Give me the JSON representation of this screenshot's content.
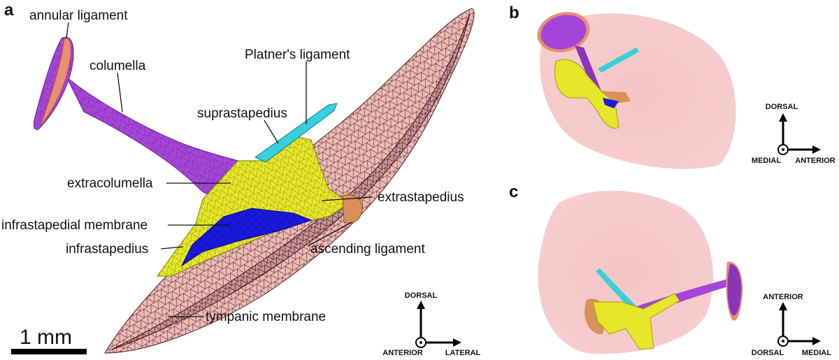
{
  "panels": {
    "a": "a",
    "b": "b",
    "c": "c"
  },
  "labels": {
    "annular_ligament": "annular ligament",
    "columella": "columella",
    "platners_ligament": "Platner's ligament",
    "suprastapedius": "suprastapedius",
    "extracolumella": "extracolumella",
    "extrastapedius": "extrastapedius",
    "infrastapedial_membrane": "infrastapedial membrane",
    "infrastapedius": "infrastapedius",
    "ascending_ligament": "ascending ligament",
    "tympanic_membrane": "tympanic membrane"
  },
  "scale_bar": "1 mm",
  "axes": {
    "a": {
      "up": "DORSAL",
      "left": "ANTERIOR",
      "right": "LATERAL"
    },
    "b": {
      "up": "DORSAL",
      "left": "MEDIAL",
      "right": "ANTERIOR"
    },
    "c": {
      "up": "ANTERIOR",
      "left": "DORSAL",
      "right": "MEDIAL"
    }
  },
  "colors": {
    "membrane": "#e8b4ae",
    "mesh": "#5a1f1f",
    "columella": "#a545d8",
    "extracolumella": "#e6e62a",
    "infrastapedial": "#1a1ae0",
    "platner": "#38d0dc",
    "ascending": "#d9905a",
    "ghost": "#f6c4c4"
  }
}
